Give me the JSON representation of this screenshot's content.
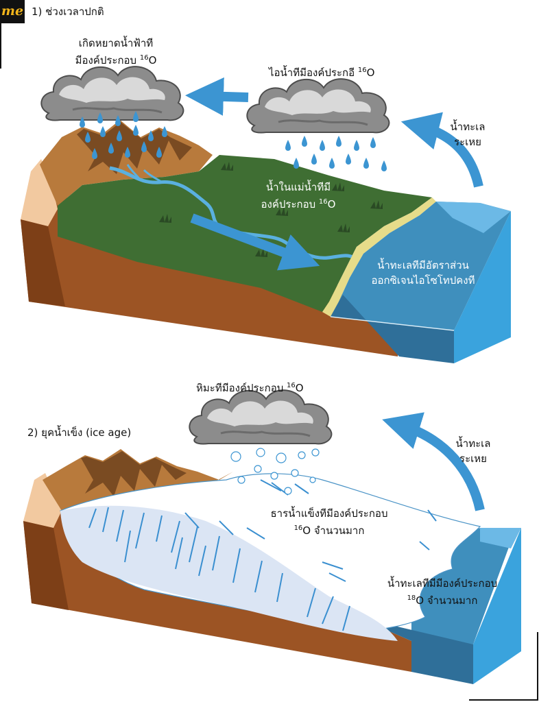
{
  "brand": {
    "logo": "me"
  },
  "panel1": {
    "heading": "1) ช่วงเวลาปกติ",
    "precip_line1": "เกิดหยาดน้ำฟ้าที",
    "precip_line2": "มีองค์ประกอบ",
    "precip_sup": "16",
    "precip_tail": "O",
    "vapor_text": "ไอน้ำทีมีองค์ประกอี",
    "vapor_sup": "16",
    "vapor_tail": "O",
    "evap_line1": "น้ำทะเล",
    "evap_line2": "ระเหย",
    "river_line1": "น้ำในแม่น้ำทีมี",
    "river_line2": "องค์ประกอบ",
    "river_sup": "16",
    "river_tail": "O",
    "sea_line1": "น้ำทะเลทีมีอัตราส่วน",
    "sea_line2": "ออกซิเจนไอโซโทปคงที"
  },
  "panel2": {
    "heading": "2) ยุคน้ำเข็ง (ice age)",
    "snow_text": "หิมะทีมีองค์ประกอบ",
    "snow_sup": "16",
    "snow_tail": "O",
    "evap_line1": "น้ำทะเล",
    "evap_line2": "ระเหย",
    "glacier_line1": "ธารน้ำแข็งทีมีองค์ประกอบ",
    "glacier_sup": "16",
    "glacier_tail": "O จำนวนมาก",
    "sea_line1": "น้ำทะเลทีมีมีองค์ประกอบ",
    "sea_sup": "18",
    "sea_tail": "O จำนวนมาก"
  },
  "colors": {
    "soil": "#9c5424",
    "soil_dark": "#7d3f17",
    "grass": "#3f6e33",
    "beach": "#e6dc8a",
    "sea_top": "#3f8fbd",
    "sea_side": "#3aa3dd",
    "arrow": "#3c95d2",
    "cloud": "#8e8e8e",
    "ice": "#dbe5f4",
    "mountain": "#b87a3c",
    "sand": "#f2c9a0"
  }
}
